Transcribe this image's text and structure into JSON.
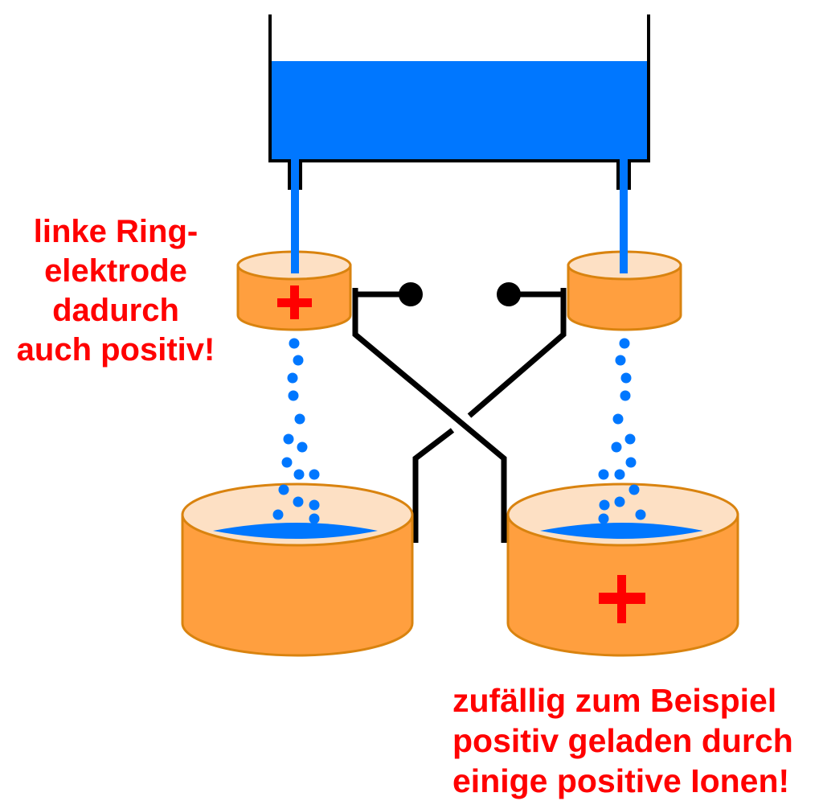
{
  "diagram": {
    "title": "Kelvin-Wassertropfengenerator",
    "colors": {
      "water": "#0077ff",
      "can_body": "#ff9f3f",
      "can_outline": "#d9830f",
      "can_inside": "#fde0c4",
      "wire": "#000000",
      "plus": "#ff0000",
      "label": "#ff0000"
    },
    "components": {
      "reservoir": "water-reservoir",
      "left_ring": "left-ring-electrode",
      "right_ring": "right-ring-electrode",
      "left_can": "left-collector-can",
      "right_can": "right-collector-can",
      "cross_wires": "cross-connection-wires",
      "spark_gap": "spark-gap-terminals"
    },
    "charges": {
      "left_ring": "+",
      "right_can": "+"
    }
  },
  "labels": {
    "left": [
      "linke Ring-",
      "elektrode",
      "dadurch",
      "auch positiv!"
    ],
    "right": [
      "zufällig zum Beispiel",
      "positiv geladen durch",
      "einige positive Ionen!"
    ]
  }
}
